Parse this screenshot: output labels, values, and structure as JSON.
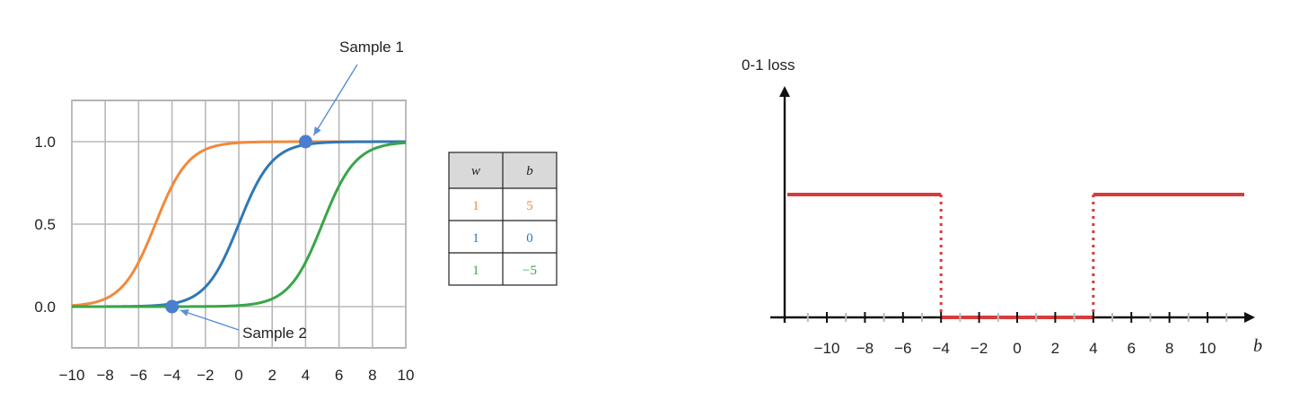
{
  "chart_data": [
    {
      "type": "line",
      "title": "",
      "xlabel": "",
      "ylabel": "",
      "xlim": [
        -10,
        10
      ],
      "ylim": [
        -0.25,
        1.25
      ],
      "x_ticks": [
        -10,
        -8,
        -6,
        -4,
        -2,
        0,
        2,
        4,
        6,
        8,
        10
      ],
      "x_tick_labels": [
        "−10",
        "−8",
        "−6",
        "−4",
        "−2",
        "0",
        "2",
        "4",
        "6",
        "8",
        "10"
      ],
      "y_ticks": [
        0,
        0.5,
        1
      ],
      "y_tick_labels": [
        "0.0",
        "0.5",
        "1.0"
      ],
      "grid": true,
      "series": [
        {
          "w": 1,
          "b": 5,
          "color": "#f08a3c"
        },
        {
          "w": 1,
          "b": 0,
          "color": "#2f78b5"
        },
        {
          "w": 1,
          "b": -5,
          "color": "#3aa548"
        }
      ],
      "points": [
        {
          "label": "Sample 1",
          "x": 4,
          "y": 1.0,
          "color": "#4a7fd0"
        },
        {
          "label": "Sample 2",
          "x": -4,
          "y": 0.0,
          "color": "#4a7fd0"
        }
      ],
      "table": {
        "headers": [
          "w",
          "b"
        ],
        "rows": [
          {
            "w": "1",
            "b": "5",
            "color": "#f08a3c"
          },
          {
            "w": "1",
            "b": "0",
            "color": "#2f78b5"
          },
          {
            "w": "1",
            "b": "−5",
            "color": "#3aa548"
          }
        ]
      }
    },
    {
      "type": "line",
      "title": "",
      "ylabel": "0-1 loss",
      "xlabel": "b",
      "xlim": [
        -12,
        12
      ],
      "x_ticks": [
        -10,
        -8,
        -6,
        -4,
        -2,
        0,
        2,
        4,
        6,
        8,
        10
      ],
      "x_tick_labels": [
        "−10",
        "−8",
        "−6",
        "−4",
        "−2",
        "0",
        "2",
        "4",
        "6",
        "8",
        "10"
      ],
      "ylim": [
        0,
        1.4
      ],
      "color": "#d63c3c",
      "series": [
        {
          "x": [
            -12,
            -4
          ],
          "y": [
            1,
            1
          ]
        },
        {
          "x": [
            -4,
            4
          ],
          "y": [
            0,
            0
          ]
        },
        {
          "x": [
            4,
            12
          ],
          "y": [
            1,
            1
          ]
        }
      ],
      "discontinuities_dotted": [
        -4,
        4
      ]
    }
  ]
}
